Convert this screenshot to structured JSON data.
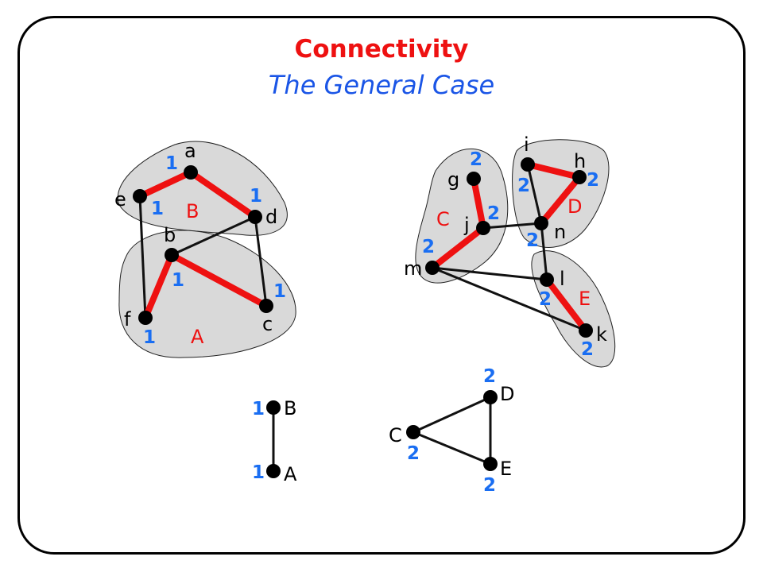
{
  "title": "Connectivity",
  "subtitle": "The General Case",
  "colors": {
    "tree_edge": "#ee1111",
    "edge": "#111111",
    "number": "#1a6ef2",
    "group_label": "#ee1111",
    "region_fill": "#d9d9d9"
  },
  "vertices": {
    "a": "a",
    "b": "b",
    "c": "c",
    "d": "d",
    "e": "e",
    "f": "f",
    "g": "g",
    "h": "h",
    "i": "i",
    "j": "j",
    "k": "k",
    "l": "l",
    "m": "m",
    "n": "n"
  },
  "groups": {
    "A": "A",
    "B": "B",
    "C": "C",
    "D": "D",
    "E": "E"
  },
  "numbers": {
    "a": "1",
    "e": "1",
    "d": "1",
    "b": "1",
    "c": "1",
    "f": "1",
    "g": "2",
    "j": "2",
    "m": "2",
    "i": "2",
    "h": "2",
    "n": "2",
    "l": "2",
    "k": "2"
  },
  "reduced_left": {
    "top_label": "B",
    "bottom_label": "A",
    "top_num": "1",
    "bottom_num": "1"
  },
  "reduced_right": {
    "c_label": "C",
    "d_label": "D",
    "e_label": "E",
    "c_num": "2",
    "d_num": "2",
    "e_num": "2"
  }
}
